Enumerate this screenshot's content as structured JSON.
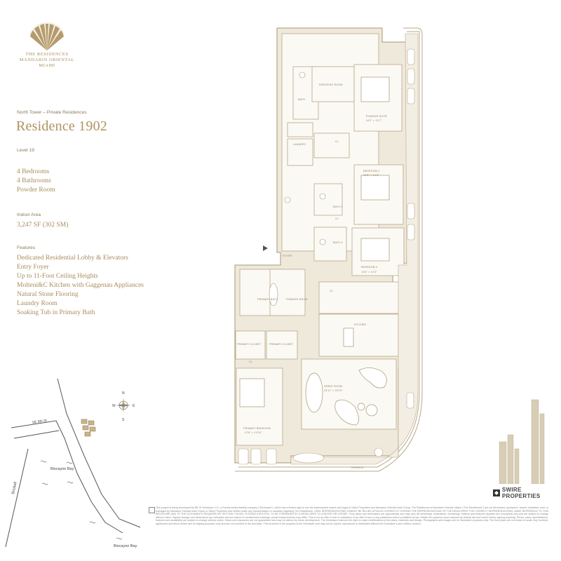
{
  "brand": {
    "line1": "THE RESIDENCES",
    "line2": "MANDARIN ORIENTAL",
    "line3": "MIAMI"
  },
  "header": {
    "subtitle": "North Tower – Private Residences",
    "title": "Residence 1902",
    "level": "Level 19"
  },
  "specs": [
    "4 Bedrooms",
    "4 Bathrooms",
    "Powder Room"
  ],
  "area": {
    "label": "Indoor Area",
    "value": "3,247 SF (302 SM)"
  },
  "features": {
    "label": "Features",
    "items": [
      "Dedicated Residential Lobby & Elevators",
      "Entry Foyer",
      "Up to 11-Foot Ceiling Heights",
      "Molteni&C Kitchen with Gaggenau Appliances",
      "Natural Stone Flooring",
      "Laundry Room",
      "Soaking Tub in Primary Bath"
    ]
  },
  "map": {
    "street": "SE 8th St",
    "road": "Brickell",
    "bay1": "Biscayne Bay",
    "bay2": "Biscayne Bay",
    "compass": {
      "n": "N",
      "s": "S",
      "e": "E",
      "w": "W"
    }
  },
  "rooms": {
    "powder_suite": "POWDER SUITE",
    "powder_suite_dim": "14'2\" × 13'7\"",
    "dressing_room": "DRESSING ROOM",
    "bath_1": "BATH",
    "laundry": "LAUNDRY",
    "bedroom_3": "BEDROOM 3",
    "bedroom_3_dim": "13'9\" × 14'3\"",
    "bath_3": "BATH 3",
    "bath_4": "BATH 4",
    "bedroom_4": "BEDROOM 4",
    "bedroom_4_dim": "13'6\" × 14'3\"",
    "foyer": "FOYER",
    "primary_bath": "PRIMARY BATH",
    "powder_room": "POWDER ROOM",
    "primary_closet_1": "PRIMARY CLOSET",
    "primary_closet_2": "PRIMARY CLOSET",
    "kitchen": "KITCHEN",
    "great_room": "GREAT ROOM",
    "great_room_dim": "24'11\" × 18'10\"",
    "primary_bedroom": "PRIMARY BEDROOM",
    "primary_bedroom_dim": "17'6\" × 13'10\"",
    "terrace": "TERRACE",
    "cl_1": "CL",
    "cl_2": "CL",
    "cl_3": "CL",
    "cl_4": "CL"
  },
  "developer": "SWIRE PROPERTIES",
  "disclaimer": "This project is being developed by BB 19 Developer LLC, a Florida limited liability company (\"Developer\"), which has a limited right to use the trademarked names and logos of Swire Properties and Mandarin Oriental Hotel Group. The Residences at Mandarin Oriental, Miami (\"The Residences\") are not developed, sponsored, owned, marketed, sold, or managed by Mandarin Oriental Hotel Group or Swire Properties and neither make any representation or warranty regarding The Residences. ORAL REPRESENTATIONS CANNOT BE RELIED UPON AS CORRECTLY STATING THE REPRESENTATIONS OF THE DEVELOPER. FOR CORRECT REPRESENTATIONS, MAKE REFERENCE TO THIS BROCHURE AND TO THE DOCUMENTS REQUIRED BY SECTION 718.503, FLORIDA STATUTES, TO BE FURNISHED BY A DEVELOPER TO A BUYER OR LESSEE. Floor plans and dimensions are approximate and may vary. All renderings, illustrations, furnishings, finishes and features depicted are conceptual only and are subject to change without notice. Square footage and dimensions are estimates and are based on architectural drawings; actual measurements may differ. This is not an offer to sell or solicitation of an offer to buy in any jurisdiction where prohibited by law. Obtain the property report required by federal law and read it before signing anything. Prices, plans, specifications, features and availability are subject to change without notice. Views and exposures are not guaranteed and may be altered by future development. The Developer reserves the right to make modifications to the plans, materials and design. Photographs and images are for illustrative purposes only. The floor plans are not drawn to scale. Any furniture, appliances and décor shown are for display purposes only and are not included in the purchase. This brochure is the property of the Developer and may not be copied, reproduced or distributed without the Developer's prior written consent."
}
